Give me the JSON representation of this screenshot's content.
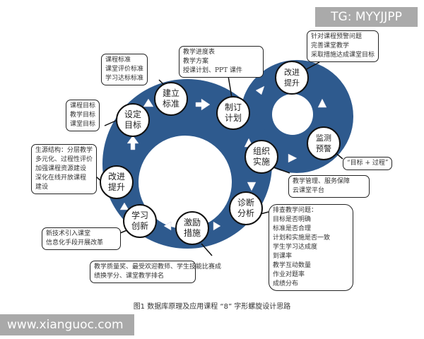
{
  "watermark_top": "TG: MYYJJPP",
  "watermark_bottom": "www.xianguoc.com",
  "caption": "图1  数据库原理及应用课程 “8” 字形螺旋设计思路",
  "colors": {
    "ring": "#2e5a8e",
    "arrow": "#ffffff"
  },
  "nodes": {
    "establish": "建立\n标准",
    "plan": "制订\n计划",
    "implement": "组织\n实施",
    "diagnose": "诊断\n分析",
    "incentive": "激励\n措施",
    "learn": "学习\n创新",
    "improve_left": "改进\n提升",
    "set_goal": "设定\n目标",
    "improve_right": "改进\n提升",
    "monitor": "监测\n预警"
  },
  "callouts": {
    "standards": [
      "课程标准",
      "课堂评价标准",
      "学习达标标准"
    ],
    "plan": [
      "教学进度表",
      "教学方案",
      "授课计划、PPT 课件"
    ],
    "goals": [
      "课程目标",
      "教学目标",
      "课堂目标"
    ],
    "improve_left": [
      "生源结构：分层教学",
      "多元化、过程性评价",
      "加强课程资源建设",
      "深化在线开放课程",
      "建设"
    ],
    "improve_right": [
      "针对课程预警问题",
      "完善课堂教学",
      "采取措施达成课堂目标"
    ],
    "monitor": [
      "“目标 + 过程”"
    ],
    "implement": [
      "教学管理、服务保障",
      "云课堂平台"
    ],
    "diagnose": [
      "排查教学问题：",
      "目标是否明确",
      "标准是否合理",
      "计划和实施是否一致",
      "学生学习达成度",
      "到课率",
      "教学互动数量",
      "作业对题率",
      "成绩分布"
    ],
    "learn": [
      "新技术引入课堂",
      "信息化手段开展改革"
    ],
    "incentive": [
      "教学质量奖、最受欢迎教师、学生技能比赛成",
      "绩换学分、课堂教学排名"
    ]
  }
}
